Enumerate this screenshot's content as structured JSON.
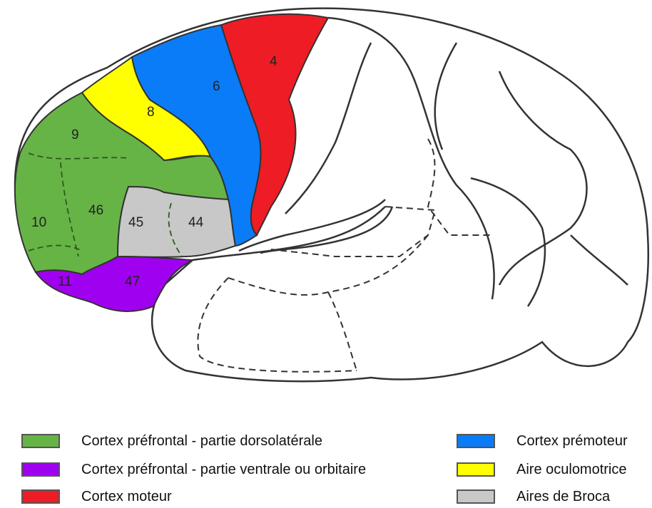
{
  "regions": [
    {
      "id": "dlpfc",
      "number": "9",
      "color": "#66b446"
    },
    {
      "id": "dlpfc",
      "number": "10",
      "color": "#66b446"
    },
    {
      "id": "dlpfc",
      "number": "46",
      "color": "#66b446"
    },
    {
      "id": "orbital",
      "number": "11",
      "color": "#a000f0"
    },
    {
      "id": "orbital",
      "number": "47",
      "color": "#a000f0"
    },
    {
      "id": "eye-field",
      "number": "8",
      "color": "#ffff00"
    },
    {
      "id": "premotor",
      "number": "6",
      "color": "#0a7cf8"
    },
    {
      "id": "motor",
      "number": "4",
      "color": "#ee1c24"
    },
    {
      "id": "broca",
      "number": "45",
      "color": "#c8c8c8"
    },
    {
      "id": "broca",
      "number": "44",
      "color": "#c8c8c8"
    }
  ],
  "legend": [
    {
      "label": "Cortex préfrontal - partie dorsolatérale",
      "color": "#66b446"
    },
    {
      "label": "Cortex préfrontal - partie ventrale ou orbitaire",
      "color": "#a000f0"
    },
    {
      "label": "Cortex moteur",
      "color": "#ee1c24"
    },
    {
      "label": "Cortex prémoteur",
      "color": "#0a7cf8"
    },
    {
      "label": "Aire oculomotrice",
      "color": "#ffff00"
    },
    {
      "label": "Aires de Broca",
      "color": "#c8c8c8"
    }
  ]
}
